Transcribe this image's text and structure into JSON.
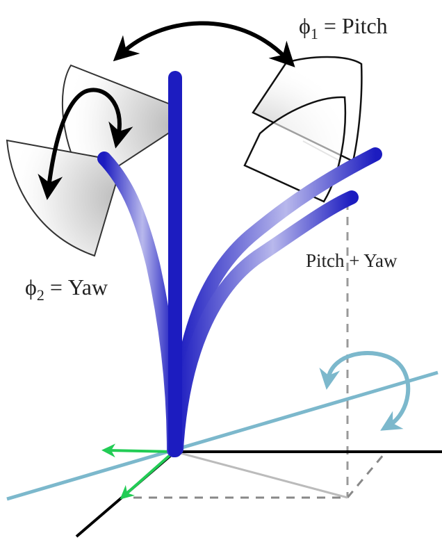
{
  "labels": {
    "pitch": {
      "symbol": "ϕ",
      "subscript": "1",
      "text": " = Pitch"
    },
    "yaw": {
      "symbol": "ϕ",
      "subscript": "2",
      "text": " = Yaw"
    },
    "combined": "Pitch + Yaw"
  },
  "colors": {
    "rod_dark": "#1c1cc0",
    "rod_light": "#b8b8ec",
    "axis_blue": "#7cb8cc",
    "axis_black": "#000000",
    "vector_green": "#22cc55",
    "rotation_arrow": "#7cb8cc",
    "guide_dashed": "#888888",
    "guide_gray": "#bbbbbb",
    "sector_stroke": "#333333"
  },
  "icons": {
    "pitch_arrow": "double-headed-curved-arrow",
    "yaw_arrow": "double-headed-curved-arrow",
    "rotation_arrow": "circular-rotation-arrow"
  }
}
